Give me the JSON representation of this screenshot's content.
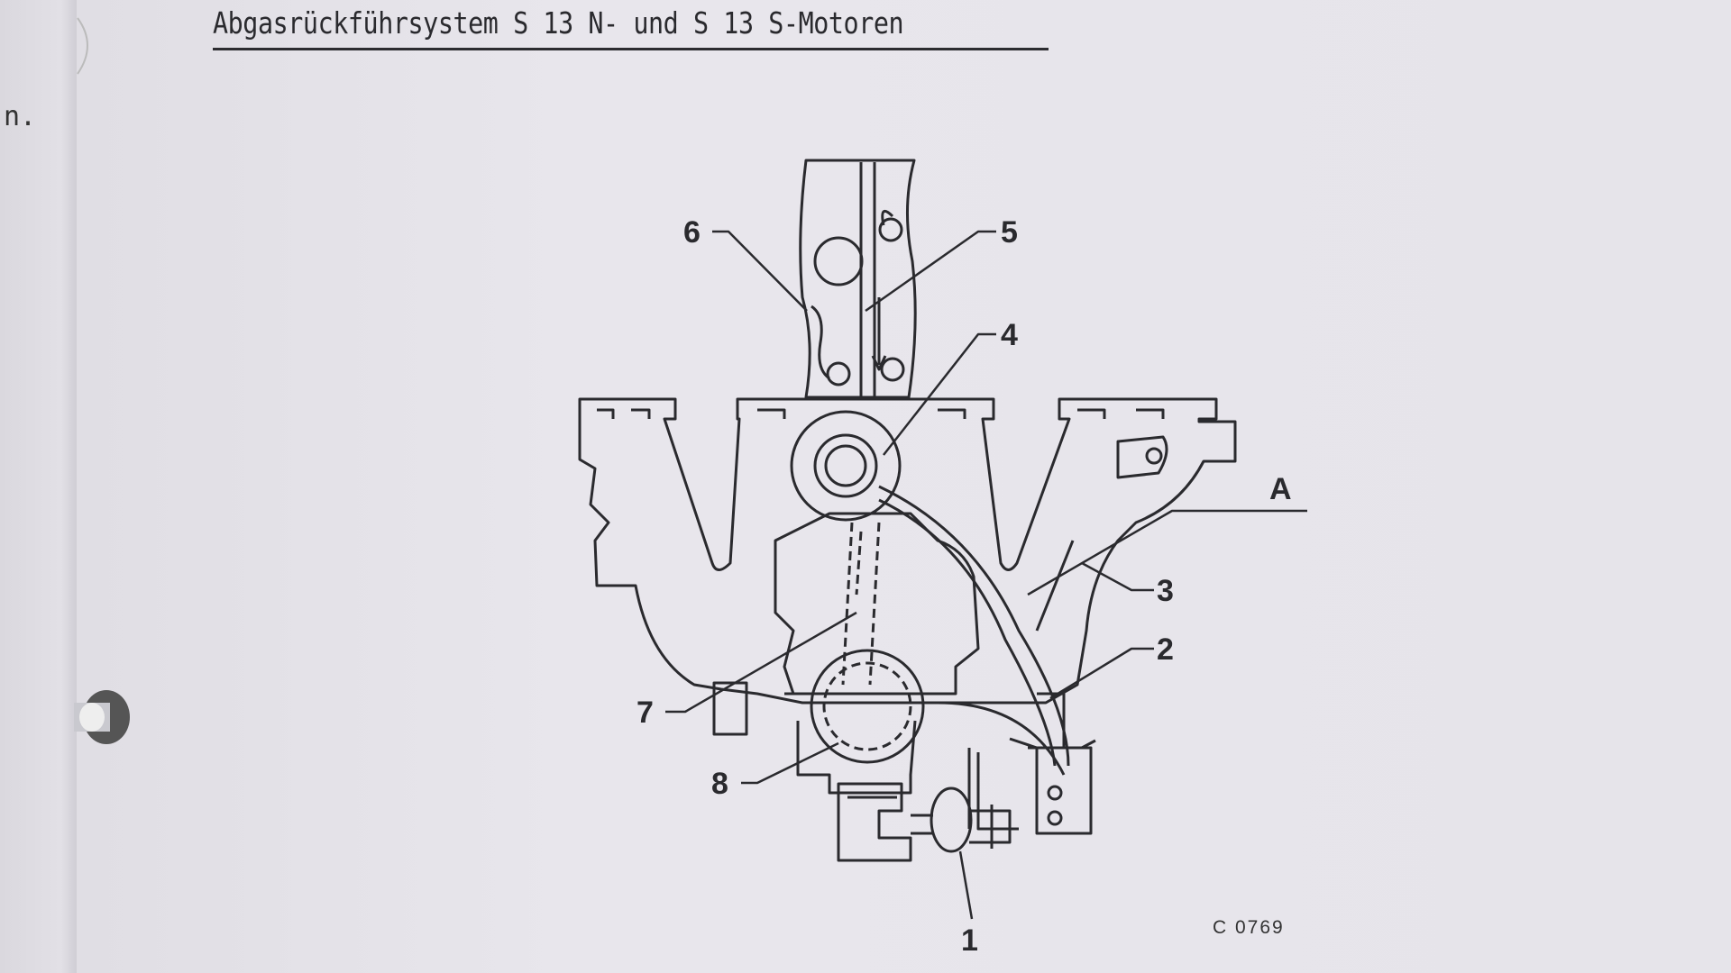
{
  "page": {
    "title": "Abgasrückführsystem S 13 N- und S 13 S-Motoren",
    "margin_mark": "n.",
    "figure_code": "C 0769"
  },
  "diagram": {
    "callouts": [
      "1",
      "2",
      "3",
      "4",
      "5",
      "6",
      "7",
      "8",
      "A"
    ]
  },
  "colors": {
    "paper": "#e6e4ea",
    "ink": "#2a2a2e"
  }
}
